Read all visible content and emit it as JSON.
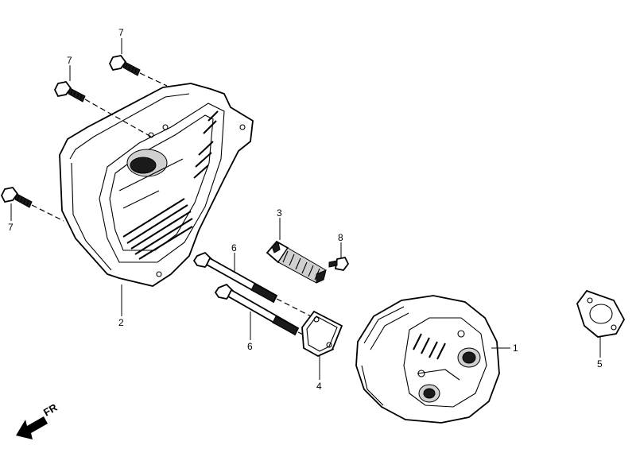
{
  "diagram": {
    "direction_label": "FR",
    "callouts": [
      {
        "id": "c7a",
        "label": "7"
      },
      {
        "id": "c7b",
        "label": "7"
      },
      {
        "id": "c7c",
        "label": "7"
      },
      {
        "id": "c2",
        "label": "2"
      },
      {
        "id": "c3",
        "label": "3"
      },
      {
        "id": "c8",
        "label": "8"
      },
      {
        "id": "c6a",
        "label": "6"
      },
      {
        "id": "c6b",
        "label": "6"
      },
      {
        "id": "c4",
        "label": "4"
      },
      {
        "id": "c1",
        "label": "1"
      },
      {
        "id": "c5",
        "label": "5"
      }
    ],
    "icons": {
      "direction": "front-arrow-icon"
    }
  }
}
